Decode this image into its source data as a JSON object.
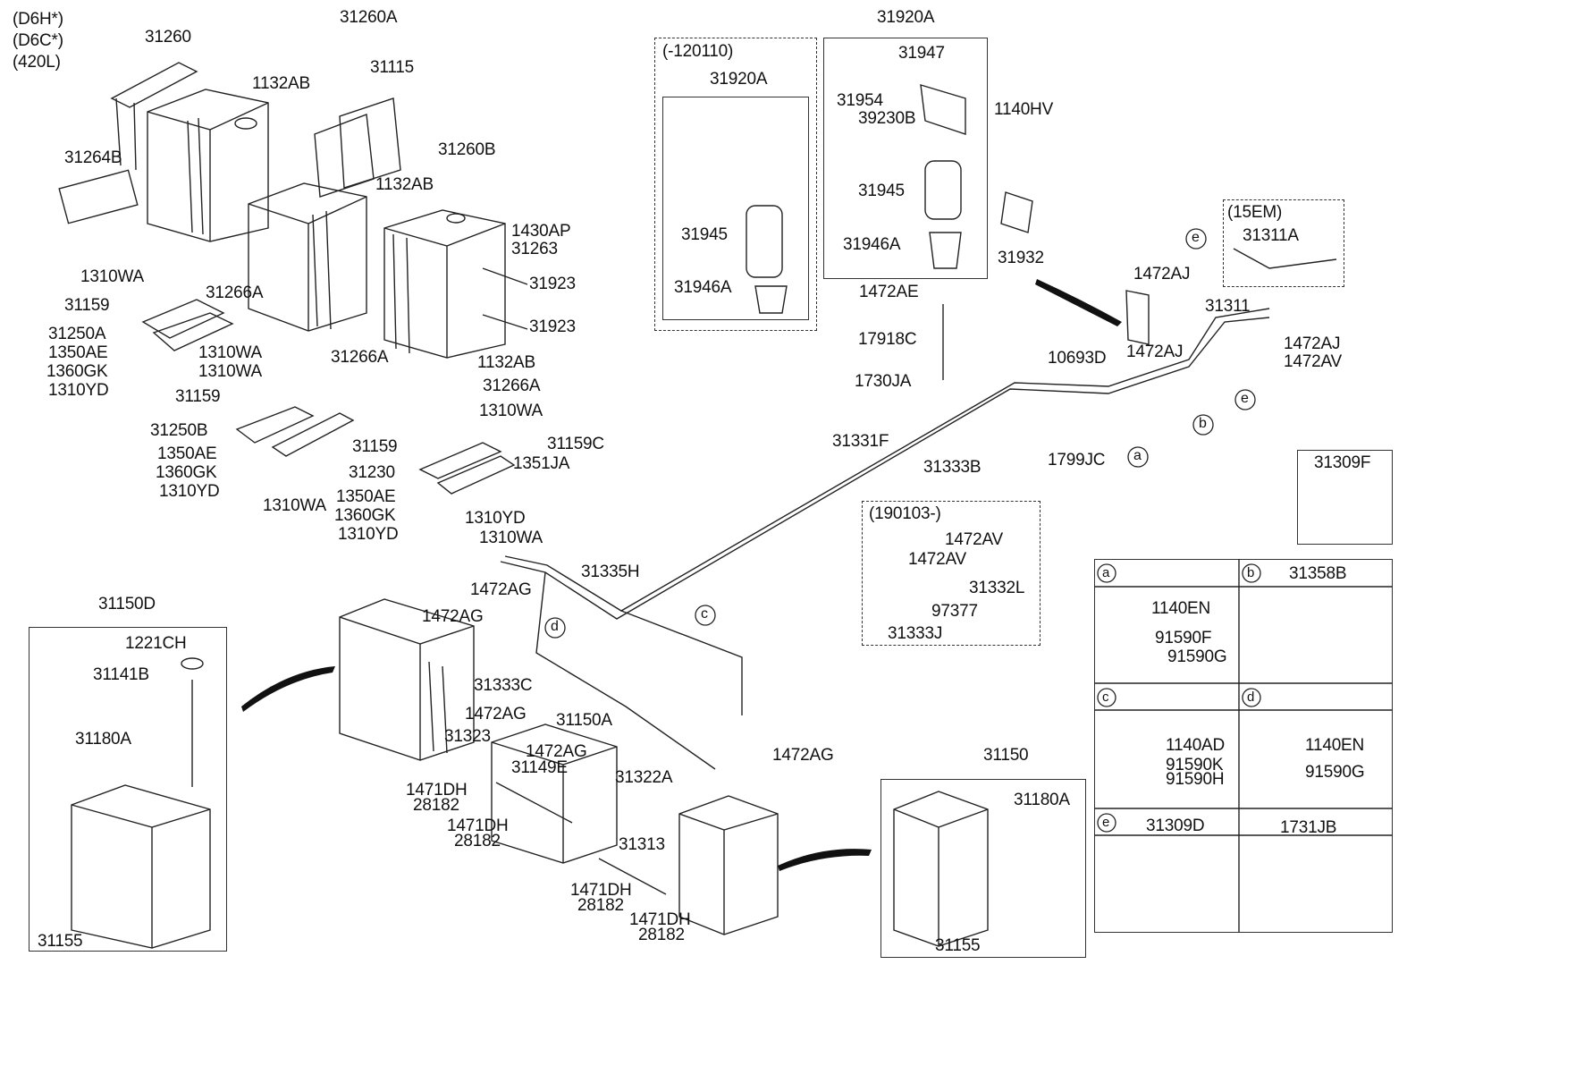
{
  "variant_labels": [
    "(D6H*)",
    "(D6C*)",
    "(420L)"
  ],
  "boxes": {
    "option_120110": "(-120110)",
    "option_190103": "(190103-)",
    "option_15em": "(15EM)"
  },
  "part_labels": [
    "31260",
    "31260A",
    "31115",
    "1132AB",
    "31264B",
    "1132AB",
    "31260B",
    "1430AP",
    "31263",
    "31923",
    "31923",
    "1310WA",
    "31266A",
    "31159",
    "31250A",
    "1350AE",
    "1360GK",
    "1310YD",
    "1310WA",
    "1310WA",
    "31266A",
    "1132AB",
    "31266A",
    "31159",
    "1310WA",
    "31159C",
    "31250B",
    "1350AE",
    "1360GK",
    "1310YD",
    "1310WA",
    "31159",
    "1351JA",
    "31230",
    "1350AE",
    "1360GK",
    "1310YD",
    "1310YD",
    "1310WA",
    "31920A",
    "31920A",
    "31947",
    "31954",
    "39230B",
    "1140HV",
    "31945",
    "31945",
    "31946A",
    "31946A",
    "31932",
    "1472AE",
    "17918C",
    "1730JA",
    "31311A",
    "1472AJ",
    "31311",
    "1472AJ",
    "1472AJ",
    "1472AV",
    "10693D",
    "1799JC",
    "31331F",
    "31333B",
    "1472AV",
    "1472AV",
    "31332L",
    "97377",
    "31333J",
    "31335H",
    "1472AG",
    "1472AG",
    "31333C",
    "1472AG",
    "31150A",
    "31323",
    "1472AG",
    "31149E",
    "31322A",
    "1472AG",
    "1471DH",
    "28182",
    "1471DH",
    "28182",
    "31313",
    "1471DH",
    "28182",
    "1471DH",
    "28182",
    "31150D",
    "1221CH",
    "31141B",
    "31180A",
    "31155",
    "31150",
    "31180A",
    "31155",
    "31309F",
    "31358B",
    "1140EN",
    "91590F",
    "91590G",
    "1140AD",
    "91590K",
    "91590H",
    "1140EN",
    "91590G",
    "31309D",
    "1731JB"
  ],
  "callouts": [
    "a",
    "b",
    "c",
    "d",
    "e",
    "e"
  ],
  "legend_cells": [
    {
      "letter": "a",
      "title": ""
    },
    {
      "letter": "b",
      "title": "31358B"
    },
    {
      "letter": "c",
      "title": ""
    },
    {
      "letter": "d",
      "title": ""
    },
    {
      "letter": "e",
      "title": "31309D"
    },
    {
      "letter": "",
      "title": "1731JB"
    }
  ]
}
